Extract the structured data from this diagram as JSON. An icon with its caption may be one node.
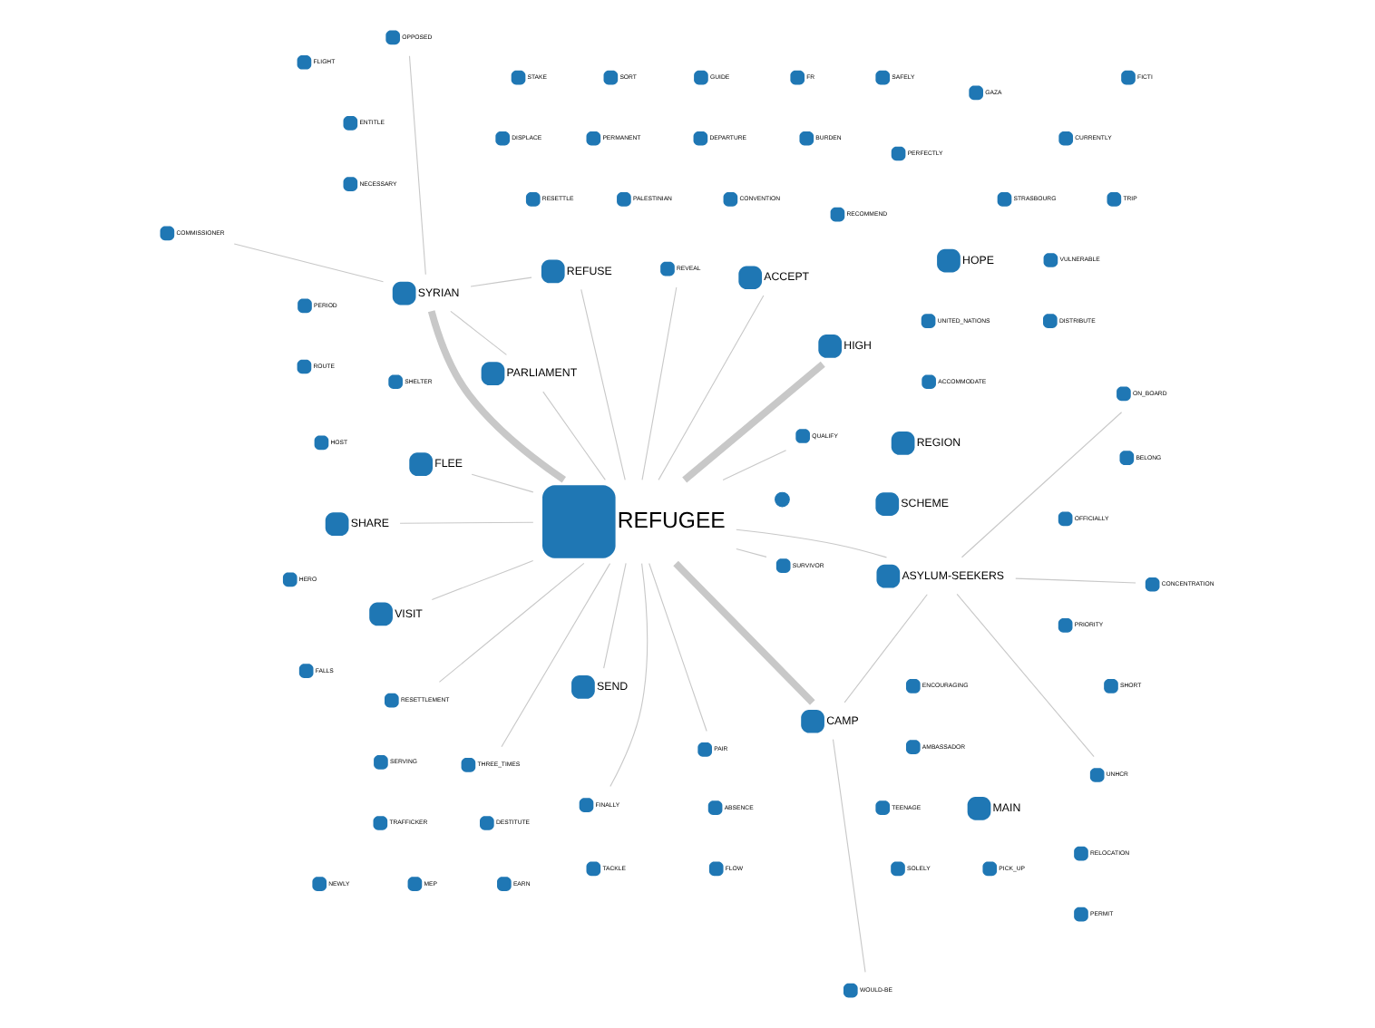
{
  "diagram": {
    "nodes": [
      {
        "text": [
          "CONVENTION"
        ]
      },
      {
        "text": [
          "REGION"
        ]
      },
      {
        "text": [
          "ENTITLE"
        ]
      },
      {
        "text": [
          "ENCOURAGING"
        ]
      },
      {
        "text": [
          "PALESTINIAN"
        ]
      },
      {
        "text": [
          "RESETTLE"
        ]
      },
      {
        "text": [
          "FLOW"
        ]
      },
      {
        "text": [
          "CAMP"
        ]
      },
      {
        "text": [
          "ASYLUM-SEEKERS"
        ]
      },
      {
        "text": [
          "SOLELY"
        ]
      },
      {
        "text": [
          "UNHCR"
        ]
      },
      {
        "text": [
          "ABSENCE"
        ]
      },
      {
        "text": [
          "ON_BOARD"
        ]
      },
      {
        "text": [
          "CONCENTRATION"
        ]
      },
      {
        "text": [
          "TEENAGE"
        ]
      },
      {
        "text": [
          "WOULD-BE"
        ]
      },
      {
        "text": [
          "PICK_UP"
        ]
      },
      {
        "text": [
          "RESETTLEMENT"
        ]
      },
      {
        "text": [
          "MAIN"
        ]
      },
      {
        "text": [
          "DISTRIBUTE"
        ]
      },
      {
        "text": [
          "TACKLE"
        ]
      },
      {
        "text": [
          "SURVIVOR"
        ]
      },
      {
        "text": [
          "THREE_TIMES"
        ]
      },
      {
        "text": [
          "SHELTER"
        ]
      },
      {
        "text": [
          "SHORT"
        ]
      },
      {
        "text": [
          "TRIP"
        ]
      },
      {
        "text": [
          "VULNERABLE"
        ]
      },
      {
        "text": [
          "GAZA"
        ]
      },
      {
        "text": [
          "HOST"
        ]
      },
      {
        "text": [
          "NEWLY"
        ]
      },
      {
        "text": [
          "PERFECTLY"
        ]
      },
      {
        "text": [
          "FINALLY"
        ]
      },
      {
        "text": [
          "SERVING"
        ]
      },
      {
        "text": [
          "ACCOMMODATE"
        ]
      },
      {
        "text": [
          "MEP"
        ]
      },
      {
        "text": [
          "REFUGEE"
        ]
      },
      {
        "text": [
          "TRAFFICKER"
        ]
      },
      {
        "text": [
          "DESTITUTE"
        ]
      },
      {
        "text": [
          "PRIORITY"
        ]
      },
      {
        "text": [
          "SHARE"
        ]
      },
      {
        "text": [
          "EARN"
        ]
      },
      {
        "text": [
          "BELONG"
        ]
      },
      {
        "text": [
          "QUALIFY"
        ]
      },
      {
        "text": [
          "HIGH"
        ]
      },
      {
        "text": [
          "FICTI"
        ]
      },
      {
        "text": [
          "SCHEME"
        ]
      },
      {
        "text": [
          "REFUSE"
        ]
      },
      {
        "text": [
          "UNITED_NATIONS"
        ]
      },
      {
        "text": [
          "OFFICIALLY"
        ]
      },
      {
        "text": [
          "CURRENTLY"
        ]
      },
      {
        "text": [
          "HOPE"
        ]
      },
      {
        "text": [
          "SEND"
        ]
      },
      {
        "text": [
          "SAFELY"
        ]
      },
      {
        "text": [
          "PAIR"
        ]
      },
      {
        "text": [
          "SYRIAN"
        ]
      },
      {
        "text": [
          "OPPOSED"
        ]
      },
      {
        "text": [
          "FLEE"
        ]
      },
      {
        "text": [
          "FR"
        ]
      },
      {
        "text": [
          "GUIDE"
        ]
      },
      {
        "text": [
          "COMMISSIONER"
        ]
      },
      {
        "text": [
          "VISIT"
        ]
      },
      {
        "text": [
          "PARLIAMENT"
        ]
      },
      {
        "text": [
          "BURDEN"
        ]
      },
      {
        "text": [
          "DEPARTURE"
        ]
      },
      {
        "text": [
          "PERMANENT"
        ]
      },
      {
        "text": [
          "SORT"
        ]
      },
      {
        "text": [
          "STAKE"
        ]
      },
      {
        "text": [
          "DISPLACE"
        ]
      },
      {
        "text": [
          "AMBASSADOR"
        ]
      },
      {
        "text": [
          "PERIOD"
        ]
      },
      {
        "text": [
          "ACCEPT"
        ]
      },
      {
        "text": [
          "ROUTE"
        ]
      },
      {
        "text": [
          "RELOCATION"
        ]
      },
      {
        "text": [
          "FALLS"
        ]
      },
      {
        "text": [
          "RECOMMEND"
        ]
      },
      {
        "text": [
          "PERMIT"
        ]
      },
      {
        "text": [
          "NECESSARY"
        ]
      },
      {
        "text": [
          "FLIGHT"
        ]
      },
      {
        "text": [
          "HERO"
        ]
      },
      {
        "text": [
          "REVEAL"
        ]
      },
      {
        "text": [
          "STRASBOURG"
        ]
      },
      {
        "text": [],
        "shape": "circle"
      }
    ],
    "edges": [
      {
        "from": 35,
        "to": 7,
        "arrow": "none",
        "style": "thick"
      },
      {
        "from": 35,
        "to": 54,
        "arrow": "none",
        "style": "thick"
      },
      {
        "from": 35,
        "to": 43,
        "arrow": "none",
        "style": "thick"
      },
      {
        "from": 35,
        "to": 70,
        "arrow": "none"
      },
      {
        "from": 35,
        "to": 8,
        "arrow": "none"
      },
      {
        "from": 35,
        "to": 56,
        "arrow": "none"
      },
      {
        "from": 35,
        "to": 51,
        "arrow": "none"
      },
      {
        "from": 35,
        "to": 60,
        "arrow": "none"
      },
      {
        "from": 35,
        "to": 61,
        "arrow": "none"
      },
      {
        "from": 35,
        "to": 46,
        "arrow": "none"
      },
      {
        "from": 35,
        "to": 31,
        "arrow": "none"
      },
      {
        "from": 35,
        "to": 42,
        "arrow": "none"
      },
      {
        "from": 35,
        "to": 39,
        "arrow": "none"
      },
      {
        "from": 35,
        "to": 22,
        "arrow": "none"
      },
      {
        "from": 35,
        "to": 17,
        "arrow": "none"
      },
      {
        "from": 35,
        "to": 21,
        "arrow": "none"
      },
      {
        "from": 35,
        "to": 53,
        "arrow": "none"
      },
      {
        "from": 35,
        "to": 79,
        "arrow": "none"
      },
      {
        "from": 7,
        "to": 8,
        "arrow": "none"
      },
      {
        "from": 7,
        "to": 15,
        "arrow": "none"
      },
      {
        "from": 8,
        "to": 10,
        "arrow": "none"
      },
      {
        "from": 8,
        "to": 12,
        "arrow": "none"
      },
      {
        "from": 8,
        "to": 13,
        "arrow": "none"
      },
      {
        "from": 54,
        "to": 59,
        "arrow": "none"
      },
      {
        "from": 54,
        "to": 46,
        "arrow": "none"
      },
      {
        "from": 54,
        "to": 61,
        "arrow": "none"
      },
      {
        "from": 54,
        "to": 55,
        "arrow": "none"
      }
    ]
  }
}
